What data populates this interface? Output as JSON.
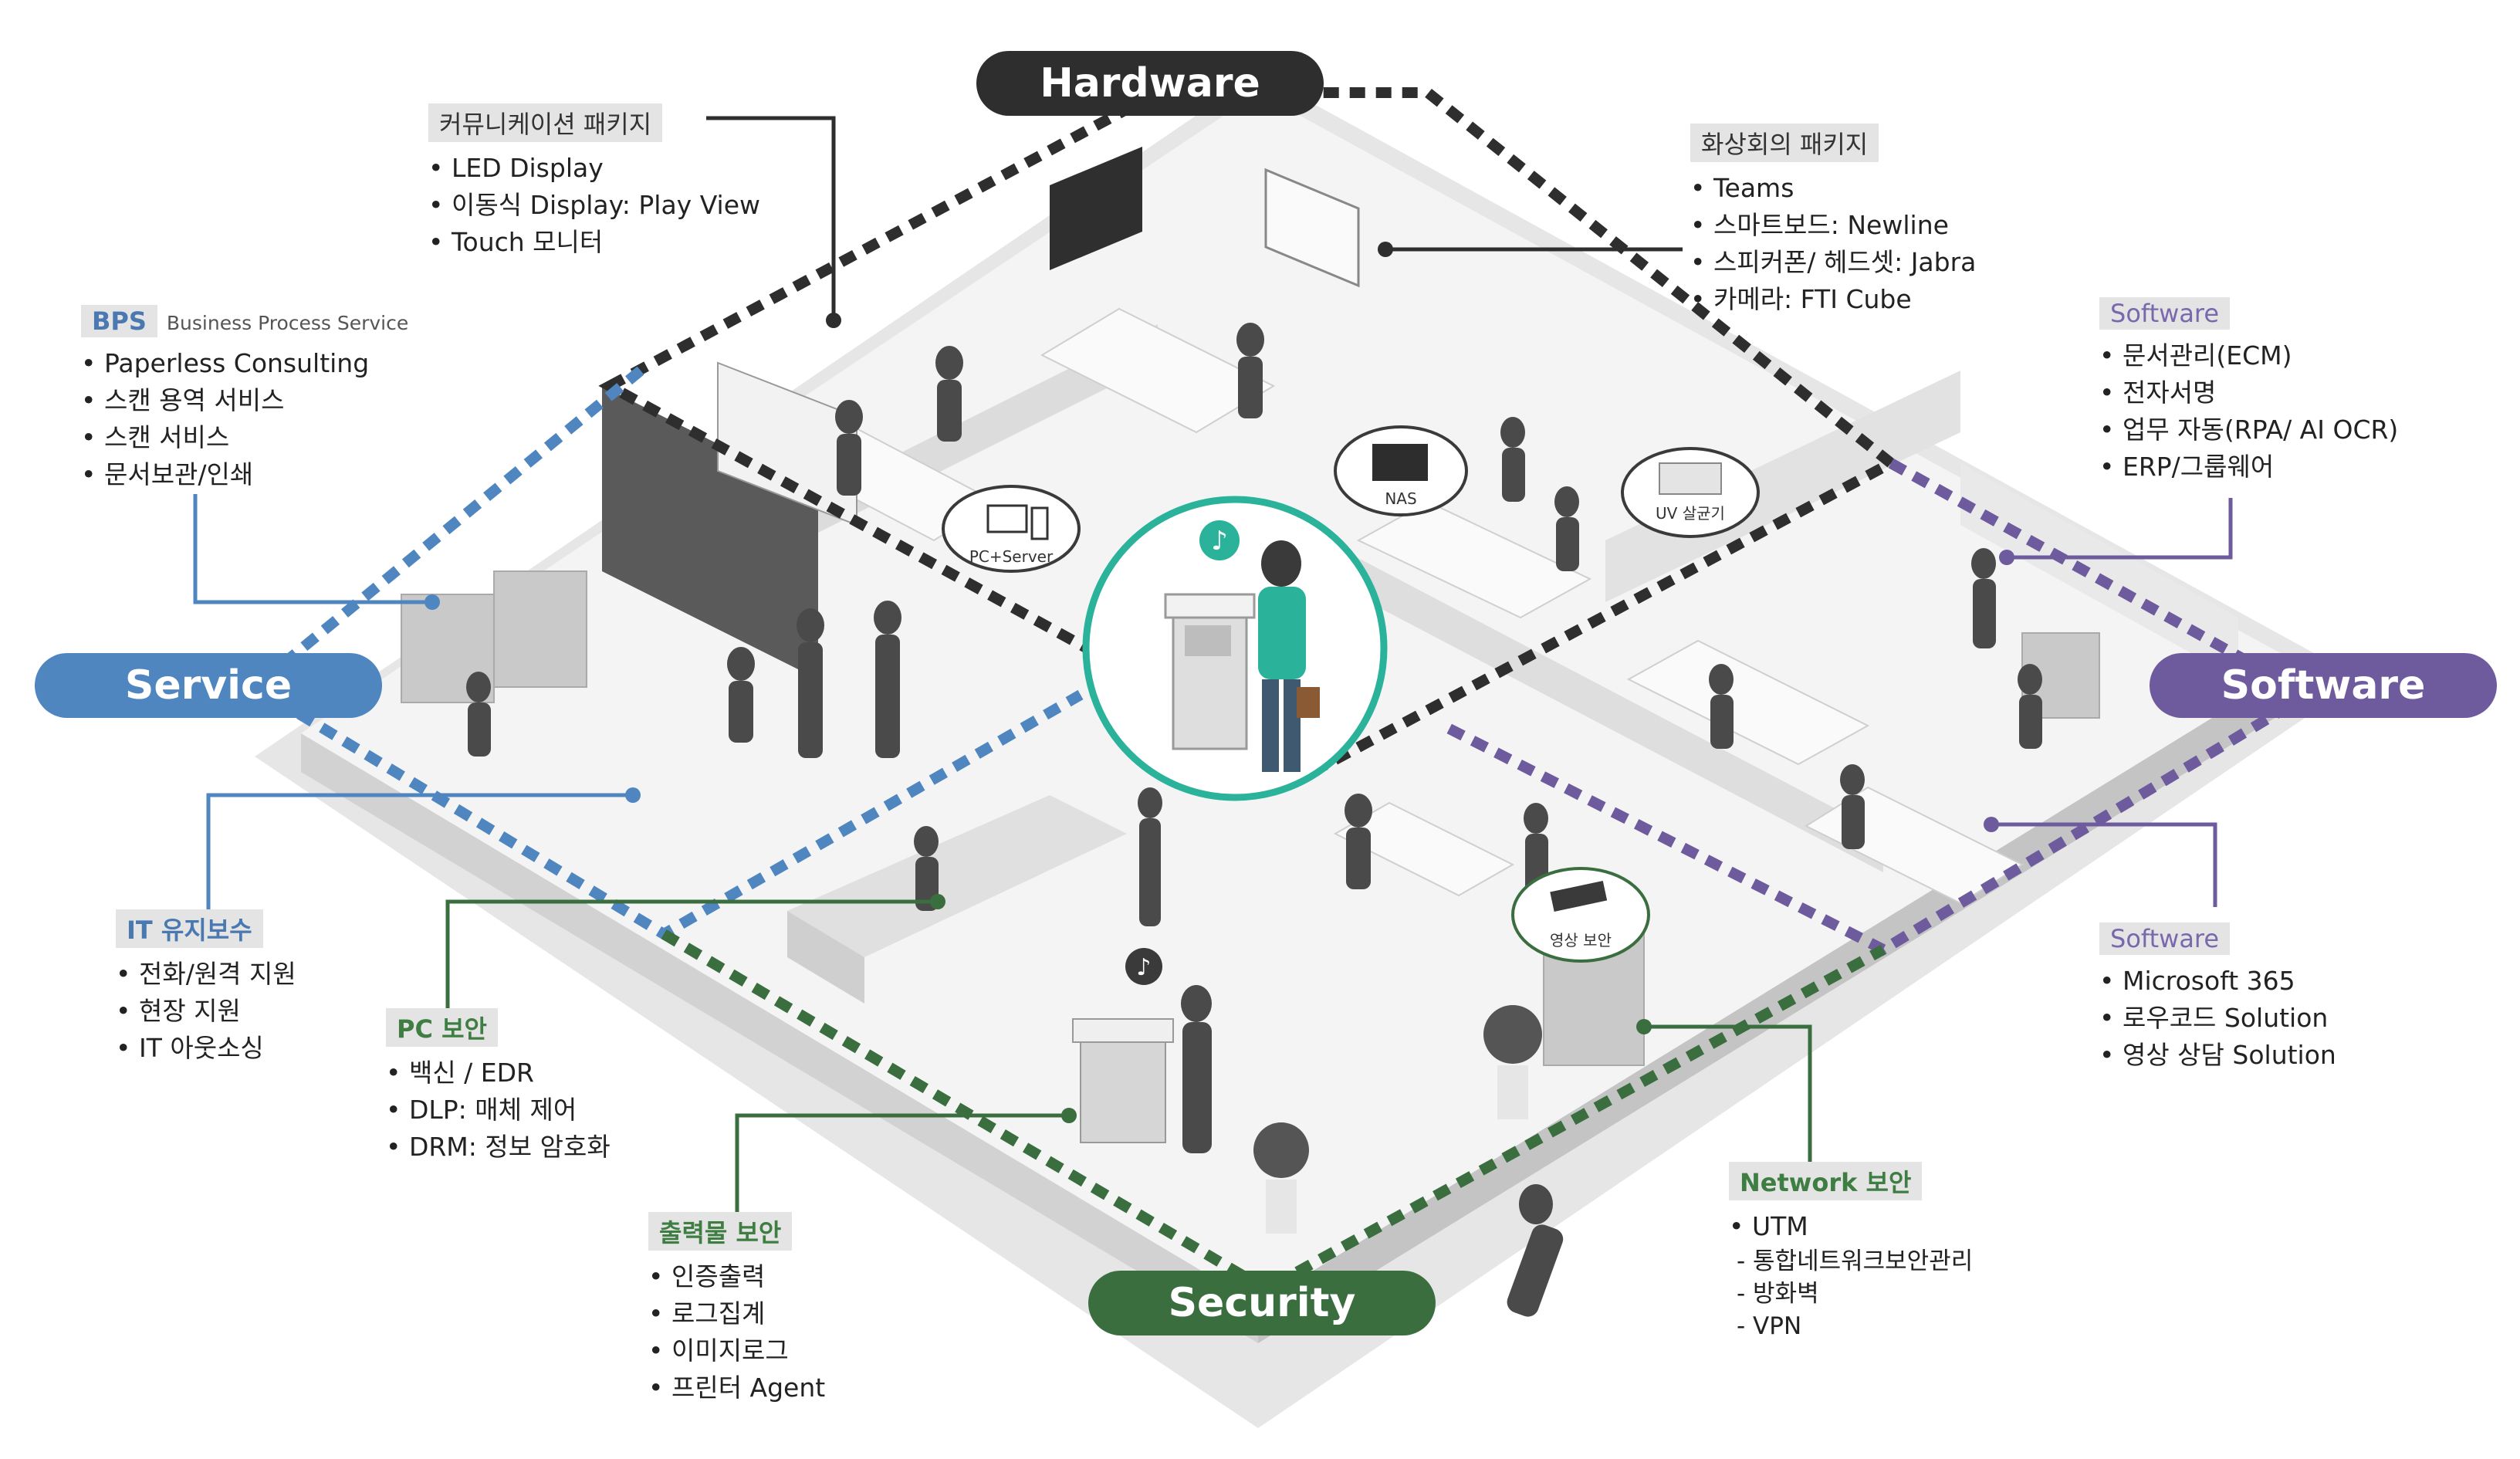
{
  "pillars": {
    "hardware": "Hardware",
    "service": "Service",
    "software": "Software",
    "security": "Security"
  },
  "colors": {
    "hardware": "#2b2b2b",
    "service": "#4f86c0",
    "software": "#6e5b9e",
    "security": "#3b6e3f",
    "accent_teal": "#2ab29b"
  },
  "icons": [
    "pc-server-icon",
    "nas-icon",
    "uv-sterilizer-icon",
    "cctv-icon",
    "music-note-icon",
    "printer-user-icon"
  ],
  "badges": {
    "pc_server": "PC+Server",
    "nas": "NAS",
    "uv": "UV 살균기",
    "video": "영상 보안"
  },
  "callouts": {
    "communication": {
      "title": "커뮤니케이션 패키지",
      "items": [
        "LED Display",
        "이동식 Display: Play View",
        "Touch 모니터"
      ]
    },
    "video_conf": {
      "title": "화상회의 패키지",
      "items": [
        "Teams",
        "스마트보드: Newline",
        "스피커폰/ 헤드셋: Jabra",
        "카메라: FTI Cube"
      ]
    },
    "bps": {
      "title": "BPS",
      "subtitle": "Business Process Service",
      "items": [
        "Paperless Consulting",
        "스캔 용역 서비스",
        "스캔 서비스",
        "문서보관/인쇄"
      ]
    },
    "software_top": {
      "title": "Software",
      "items": [
        "문서관리(ECM)",
        "전자서명",
        "업무 자동(RPA/ AI OCR)",
        "ERP/그룹웨어"
      ]
    },
    "it_maintenance": {
      "title": "IT 유지보수",
      "items": [
        "전화/원격 지원",
        "현장 지원",
        "IT 아웃소싱"
      ]
    },
    "pc_security": {
      "title": "PC 보안",
      "items": [
        "백신 / EDR",
        "DLP: 매체 제어",
        "DRM: 정보 암호화"
      ]
    },
    "software_bottom": {
      "title": "Software",
      "items": [
        "Microsoft 365",
        "로우코드 Solution",
        "영상 상담 Solution"
      ]
    },
    "print_security": {
      "title": "출력물 보안",
      "items": [
        "인증출력",
        "로그집계",
        "이미지로그",
        "프린터 Agent"
      ]
    },
    "network_security": {
      "title": "Network 보안",
      "items": [
        "UTM"
      ],
      "subitems": [
        "통합네트워크보안관리",
        "방화벽",
        "VPN"
      ]
    }
  }
}
